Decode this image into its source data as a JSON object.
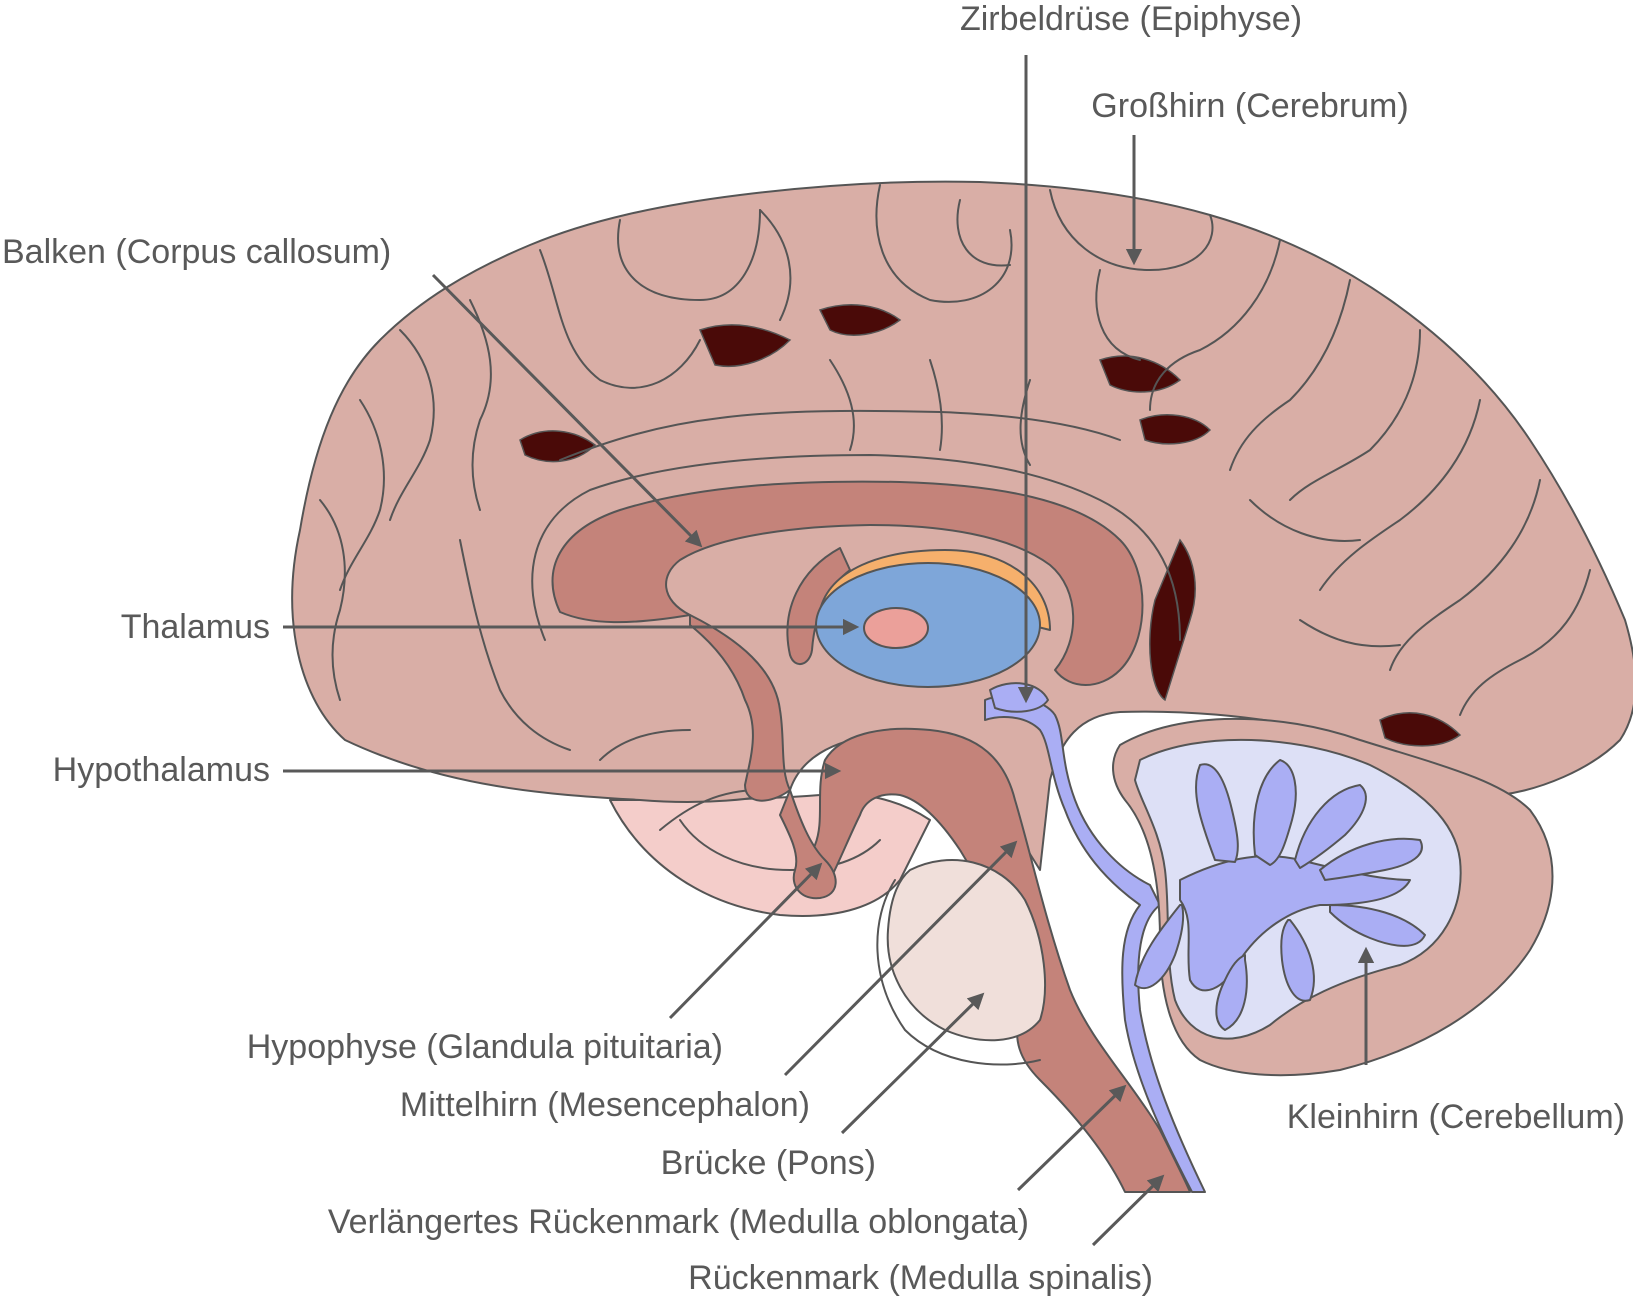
{
  "colors": {
    "cortex": "#d9aea6",
    "corpus_callosum": "#c4837a",
    "ventricle_orange": "#f6b06c",
    "thalamus_blue": "#7ea6d9",
    "thalamus_core": "#eba09a",
    "cerebellum_light": "#dde0f6",
    "arbor_vitae": "#aaaef4",
    "pons": "#f0dfda",
    "underside_pink": "#f4cdca",
    "sulcus_dark": "#4a0a08",
    "label_text": "#595959"
  },
  "labels": {
    "pineal": "Zirbeldrüse (Epiphyse)",
    "cerebrum": "Großhirn (Cerebrum)",
    "corpus_callosum": "Balken (Corpus callosum)",
    "thalamus": "Thalamus",
    "hypothalamus": "Hypothalamus",
    "pituitary": "Hypophyse (Glandula pituitaria)",
    "midbrain": "Mittelhirn (Mesencephalon)",
    "pons": "Brücke (Pons)",
    "medulla_oblongata": "Verlängertes Rückenmark (Medulla oblongata)",
    "spinal_cord": "Rückenmark (Medulla spinalis)",
    "cerebellum": "Kleinhirn (Cerebellum)"
  }
}
